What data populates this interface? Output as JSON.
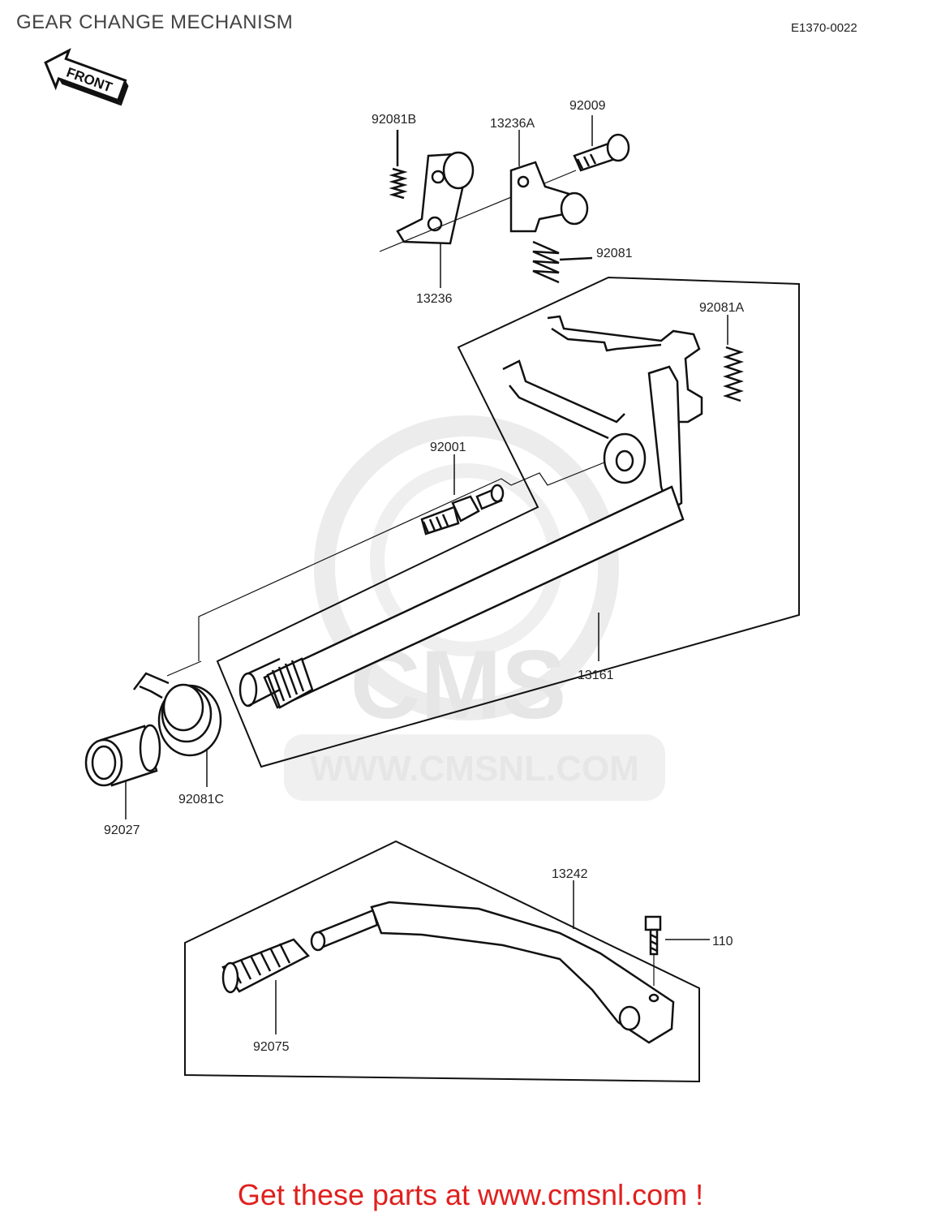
{
  "header": {
    "title": "GEAR CHANGE MECHANISM",
    "diagram_code": "E1370-0022"
  },
  "front_arrow": {
    "label": "FRONT"
  },
  "watermark": {
    "brand": "CMS",
    "url": "WWW.CMSNL.COM"
  },
  "parts": {
    "p92081B": "92081B",
    "p13236A": "13236A",
    "p92009": "92009",
    "p92081": "92081",
    "p13236": "13236",
    "p92081A": "92081A",
    "p92001": "92001",
    "p13161": "13161",
    "p92081C": "92081C",
    "p92027": "92027",
    "p13242": "13242",
    "p110": "110",
    "p92075": "92075"
  },
  "footer": {
    "cta": "Get these parts at www.cmsnl.com !"
  }
}
